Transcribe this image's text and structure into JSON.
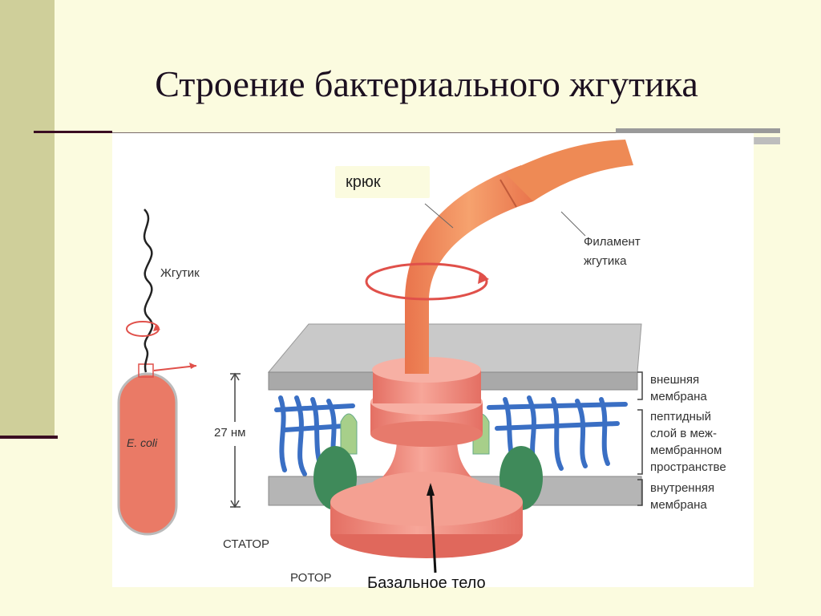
{
  "slide": {
    "title": "Строение бактериального жгутика"
  },
  "diagram": {
    "hook_label": "крюк",
    "filament_label_line1": "Филамент",
    "filament_label_line2": "жгутика",
    "flagellum_label": "Жгутик",
    "cell_label": "E. coli",
    "scale_label": "27 нм",
    "outer_membrane_line1": "внешняя",
    "outer_membrane_line2": "мембрана",
    "peptide_line1": "пептидный",
    "peptide_line2": "слой в меж-",
    "peptide_line3": "мембранном",
    "peptide_line4": "пространстве",
    "inner_membrane_line1": "внутренняя",
    "inner_membrane_line2": "мембрана",
    "stator_label": "СТАТОР",
    "rotor_label": "РОТОР",
    "basal_body_label": "Базальное тело"
  },
  "colors": {
    "background": "#fbfbdf",
    "accent_strip": "#cfcf9a",
    "rule": "#3a0d22",
    "motor": "#f08a7a",
    "filament": "#ee8a55",
    "peptidoglycan": "#3a6fc4",
    "stator": "#3f8a5a",
    "rotation_arrow": "#e0504a"
  }
}
